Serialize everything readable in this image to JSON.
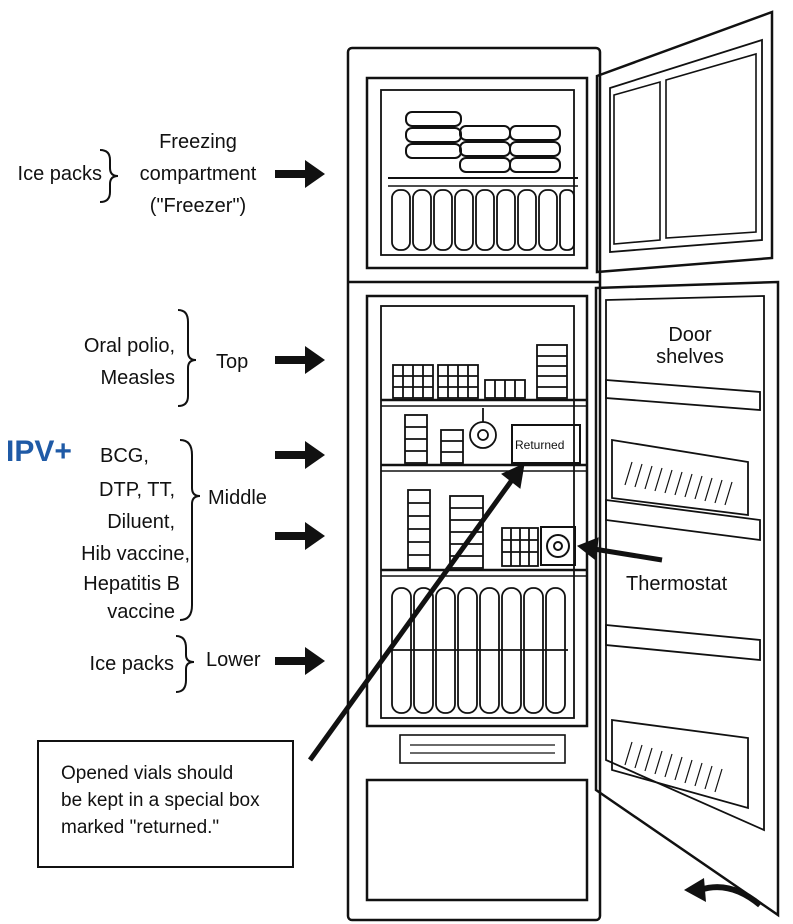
{
  "freezer": {
    "left_label": "Ice packs",
    "lines": [
      "Freezing",
      "compartment",
      "(\"Freezer\")"
    ]
  },
  "top": {
    "left_lines": [
      "Oral polio,",
      "Measles"
    ],
    "label": "Top"
  },
  "middle": {
    "prefix": "IPV+",
    "left_lines": [
      "BCG,",
      "DTP, TT,",
      "Diluent,",
      "Hib vaccine,",
      "Hepatitis B",
      "vaccine"
    ],
    "label": "Middle"
  },
  "lower": {
    "left_label": "Ice packs",
    "label": "Lower"
  },
  "door": {
    "lines": [
      "Door",
      "shelves"
    ]
  },
  "thermostat": {
    "label": "Thermostat"
  },
  "returned_box": {
    "label": "Returned"
  },
  "note": {
    "lines": [
      "Opened vials should",
      "be kept in a special box",
      "marked \"returned.\""
    ]
  },
  "colors": {
    "ipv": "#1f5aa6",
    "ink": "#111111"
  }
}
